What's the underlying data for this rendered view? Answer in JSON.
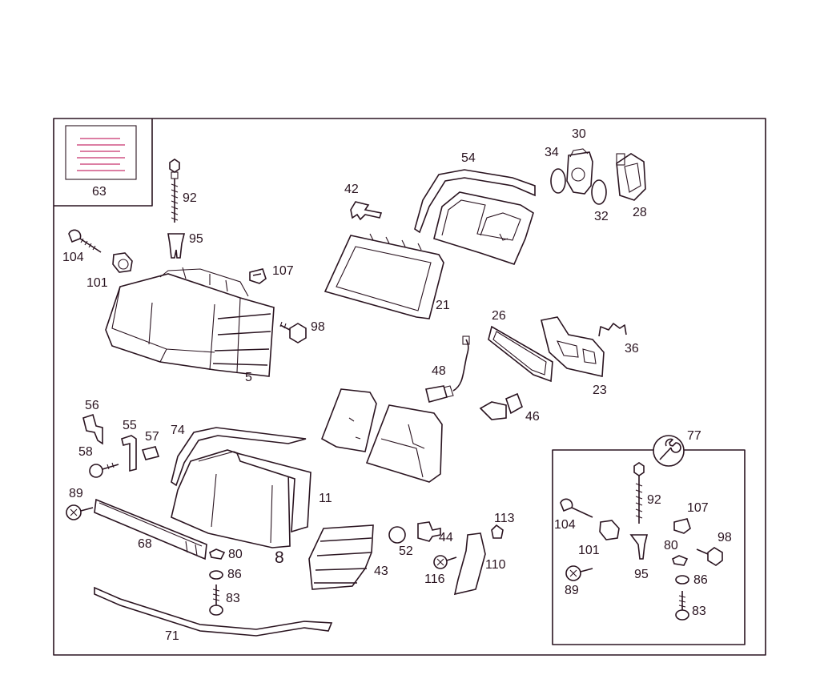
{
  "callouts": {
    "c63": "63",
    "c92": "92",
    "c95": "95",
    "c104": "104",
    "c101": "101",
    "c107": "107",
    "c98": "98",
    "c5": "5",
    "c42": "42",
    "c54": "54",
    "c34": "34",
    "c30": "30",
    "c32": "32",
    "c28": "28",
    "c21": "21",
    "c26": "26",
    "c36": "36",
    "c23": "23",
    "c48": "48",
    "c46": "46",
    "c56": "56",
    "c55": "55",
    "c57": "57",
    "c74": "74",
    "c58": "58",
    "c89": "89",
    "c68": "68",
    "c11": "11",
    "c80": "80",
    "c86": "86",
    "c83": "83",
    "c8": "8",
    "c71": "71",
    "c43": "43",
    "c52": "52",
    "c44": "44",
    "c113": "113",
    "c116": "116",
    "c110": "110",
    "c77": "77",
    "i92": "92",
    "i104": "104",
    "i107": "107",
    "i101": "101",
    "i80": "80",
    "i98": "98",
    "i95": "95",
    "i89": "89",
    "i86": "86",
    "i83": "83"
  },
  "colors": {
    "line": "#2a1420",
    "accent": "#c8326c",
    "background": "#ffffff"
  }
}
